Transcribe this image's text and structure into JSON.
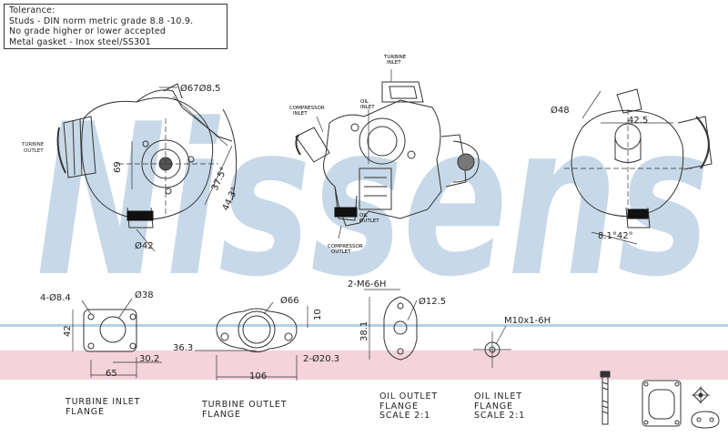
{
  "watermark": {
    "text": "Nissens",
    "band_color": "#f4d3db",
    "text_color": "#c7d9e8"
  },
  "tolerance": {
    "lines": [
      "Tolerance:",
      "Studs - DIN norm metric grade 8.8 -10.9.",
      "No grade higher or lower accepted",
      "Metal gasket - Inox steel/SS301"
    ]
  },
  "view_left": {
    "labels": {
      "turbine_outlet": "TURBINE\nOUTLET"
    },
    "dims": {
      "d1": "Ø67Ø8.5",
      "d2": "69",
      "d3": "37.5°",
      "d4": "44.3°",
      "d5": "Ø42"
    }
  },
  "view_center": {
    "labels": {
      "turbine_inlet": "TURBINE\nINLET",
      "oil_inlet": "OIL\nINLET",
      "compressor_inlet": "COMPRESSOR\nINLET",
      "oil_outlet": "OIL\nOUTLET",
      "compressor_outlet": "COMPRESSOR\nOUTLET"
    }
  },
  "view_right": {
    "dims": {
      "d1": "Ø48",
      "d2": "42.5",
      "d3": "8.1°42°"
    }
  },
  "flanges": {
    "turbine_inlet": {
      "label_line1": "TURBINE INLET",
      "label_line2": "FLANGE",
      "dims": {
        "holes": "4-Ø8.4",
        "bore": "Ø38",
        "height": "42",
        "width": "65",
        "offset": "30.2"
      }
    },
    "turbine_outlet": {
      "label_line1": "TURBINE OUTLET",
      "label_line2": "FLANGE",
      "dims": {
        "bore": "Ø66",
        "height": "10",
        "offset": "36.3",
        "holes": "2-Ø20.3",
        "width": "106"
      }
    },
    "oil_outlet": {
      "label_line1": "OIL OUTLET",
      "label_line2": "FLANGE",
      "label_line3": "SCALE 2:1",
      "dims": {
        "studs": "2-M6-6H",
        "bore": "Ø12.5",
        "height": "38.1"
      }
    },
    "oil_inlet": {
      "label_line1": "OIL INLET",
      "label_line2": "FLANGE",
      "label_line3": "SCALE 2:1",
      "dims": {
        "thread": "M10x1-6H"
      }
    }
  }
}
